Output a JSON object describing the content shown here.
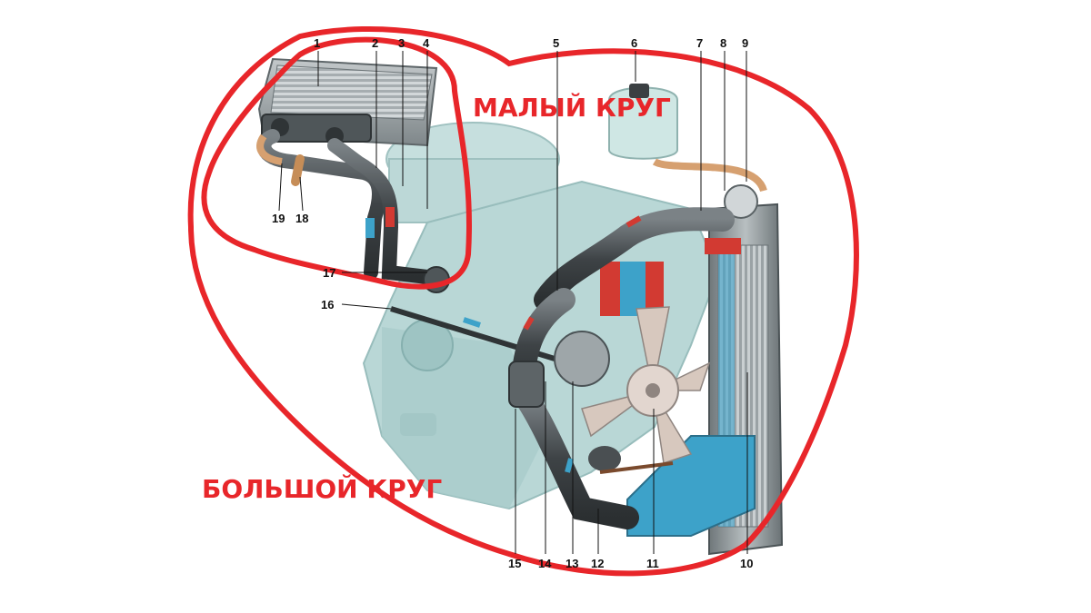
{
  "labels": {
    "small_circle": "МАЛЫЙ КРУГ",
    "big_circle": "БОЛЬШОЙ КРУГ"
  },
  "callouts": [
    "1",
    "2",
    "3",
    "4",
    "5",
    "6",
    "7",
    "8",
    "9",
    "10",
    "11",
    "12",
    "13",
    "14",
    "15",
    "16",
    "17",
    "18",
    "19"
  ],
  "colors": {
    "annotation_red": "#e8262a",
    "engine_block": "#b9d7d6",
    "hose": "#4a4f52",
    "radiator": "#8a9295",
    "coolant_cold": "#3da2c9",
    "coolant_hot": "#d23a32"
  }
}
